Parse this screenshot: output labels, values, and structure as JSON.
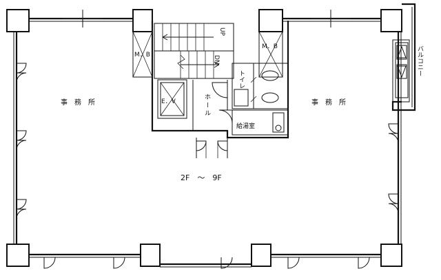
{
  "labels": {
    "office_left": "事　務　所",
    "office_right": "事　務　所",
    "floors": "2F　～　9F",
    "balcony": "バルコニー",
    "hall": "ホ ー ル",
    "toilet": "トイレ",
    "kitchen": "給湯室",
    "ev": "E．V",
    "mb_left": "M．B",
    "mb_right": "M．B",
    "stair_up": "UP",
    "stair_down": "DN"
  }
}
